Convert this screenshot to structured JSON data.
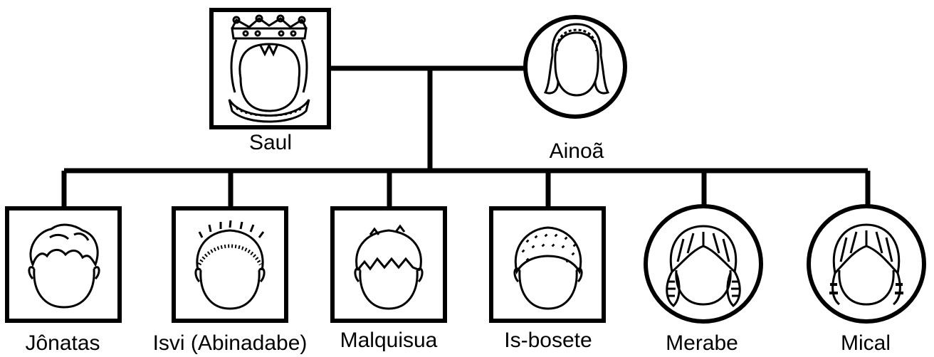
{
  "parents": [
    {
      "name": "Saul",
      "gender": "male",
      "portrait": "king-crown-portrait"
    },
    {
      "name": "Ainoã",
      "gender": "female",
      "portrait": "queen-headband-portrait"
    }
  ],
  "children": [
    {
      "name": "Jônatas",
      "gender": "male",
      "hair": "wavy"
    },
    {
      "name": "Isvi (Abinadabe)",
      "gender": "male",
      "hair": "spiky"
    },
    {
      "name": "Malquisua",
      "gender": "male",
      "hair": "zigzag"
    },
    {
      "name": "Is-bosete",
      "gender": "male",
      "hair": "curly"
    },
    {
      "name": "Merabe",
      "gender": "female",
      "hair": "pigtails"
    },
    {
      "name": "Mical",
      "gender": "female",
      "hair": "braids"
    }
  ],
  "colors": {
    "line": "#000000",
    "background": "#ffffff"
  }
}
